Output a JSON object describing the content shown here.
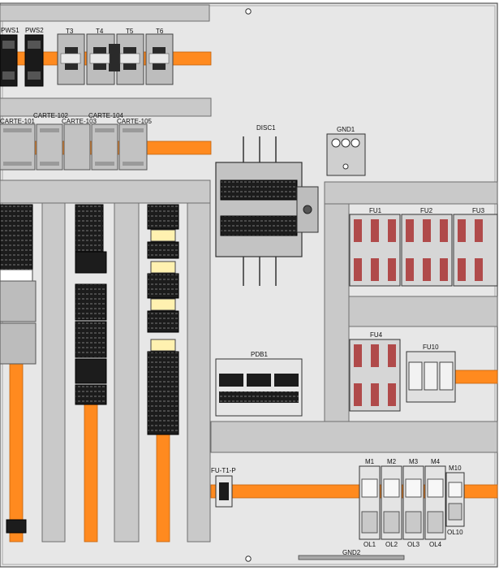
{
  "colors": {
    "panel": "#e7e7e7",
    "duct": "#c8c8c8",
    "duct_edge": "#7a7a7a",
    "rail": "#ff8a1f",
    "device_dark": "#1a1a1a",
    "device_grey": "#b9b9b9",
    "fuse_body": "#d9d9d9",
    "fuse_red": "#b04a4a",
    "outline": "#333333",
    "label": "#111111"
  },
  "labels": {
    "pws1": "PWS1",
    "pws2": "PWS2",
    "t3": "T3",
    "t4": "T4",
    "t5": "T5",
    "t6": "T6",
    "carte101": "CARTE-101",
    "carte102": "CARTE-102",
    "carte103": "CARTE-103",
    "carte104": "CARTE-104",
    "carte105": "CARTE-105",
    "disc1": "DISC1",
    "gnd1": "GND1",
    "fu1": "FU1",
    "fu2": "FU2",
    "fu3": "FU3",
    "fu4": "FU4",
    "fu10": "FU10",
    "pdb1": "PDB1",
    "fu_t1_p": "FU-T1-P",
    "m1": "M1",
    "m2": "M2",
    "m3": "M3",
    "m4": "M4",
    "m10": "M10",
    "ol1": "OL1",
    "ol2": "OL2",
    "ol3": "OL3",
    "ol4": "OL4",
    "ol10": "OL10",
    "gnd2": "GND2"
  }
}
